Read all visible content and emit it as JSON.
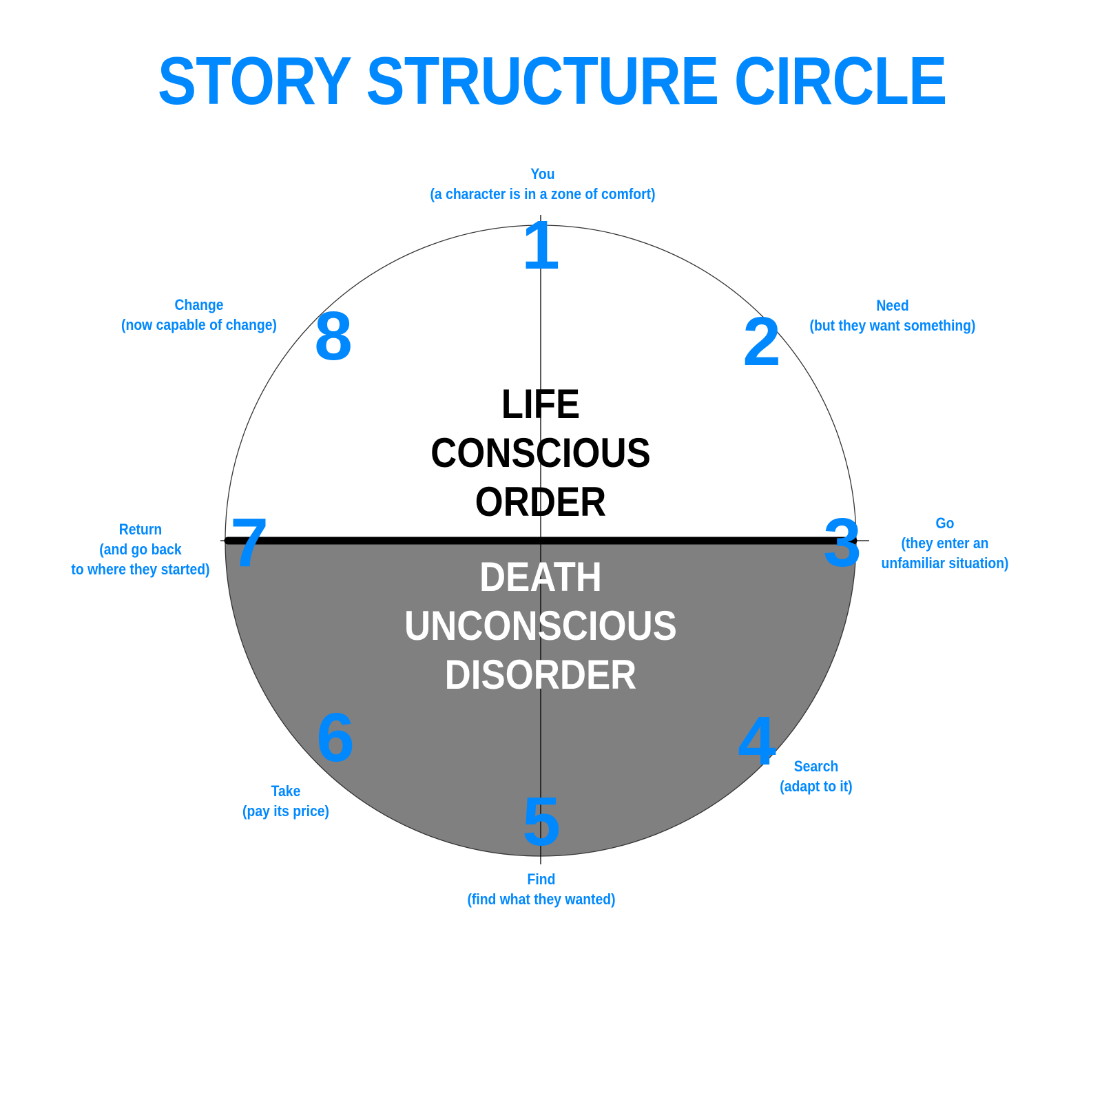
{
  "title": "STORY STRUCTURE CIRCLE",
  "colors": {
    "accent": "#0088ff",
    "circle_stroke": "#333333",
    "lower_half_fill": "#808080",
    "divider": "#000000",
    "upper_text": "#000000",
    "lower_text": "#ffffff"
  },
  "upper_half": {
    "lines": [
      "LIFE",
      "CONSCIOUS",
      "ORDER"
    ]
  },
  "lower_half": {
    "lines": [
      "DEATH",
      "UNCONSCIOUS",
      "DISORDER"
    ]
  },
  "steps": [
    {
      "number": "1",
      "name": "You",
      "description": [
        "(a character is in a zone of comfort)"
      ]
    },
    {
      "number": "2",
      "name": "Need",
      "description": [
        "(but they want something)"
      ]
    },
    {
      "number": "3",
      "name": "Go",
      "description": [
        "(they enter an",
        "unfamiliar situation)"
      ]
    },
    {
      "number": "4",
      "name": "Search",
      "description": [
        "(adapt to it)"
      ]
    },
    {
      "number": "5",
      "name": "Find",
      "description": [
        "(find what they wanted)"
      ]
    },
    {
      "number": "6",
      "name": "Take",
      "description": [
        "(pay its price)"
      ]
    },
    {
      "number": "7",
      "name": "Return",
      "description": [
        "(and go back",
        "to where they started)"
      ]
    },
    {
      "number": "8",
      "name": "Change",
      "description": [
        "(now capable of change)"
      ]
    }
  ]
}
